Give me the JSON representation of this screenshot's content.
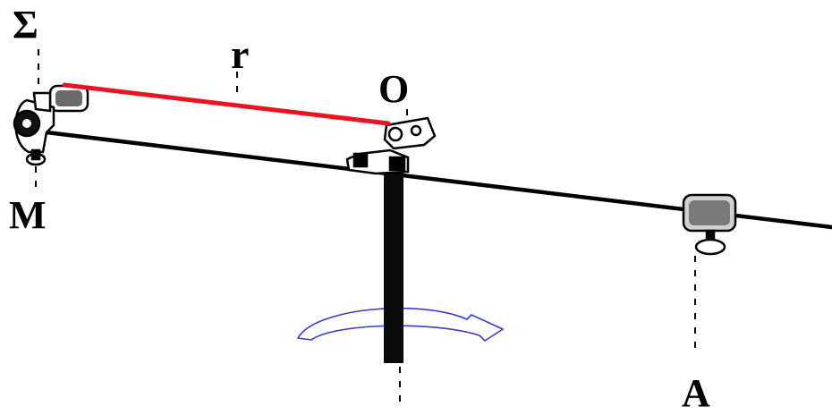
{
  "labels": {
    "sigma": "Σ",
    "r": "r",
    "o": "O",
    "m": "M",
    "a": "A"
  },
  "colors": {
    "radius_line": "#e8141f",
    "rotation_arrow": "#3a3acc",
    "ink": "#000000"
  },
  "icons": {
    "rotation": "curved-arrow-icon"
  }
}
